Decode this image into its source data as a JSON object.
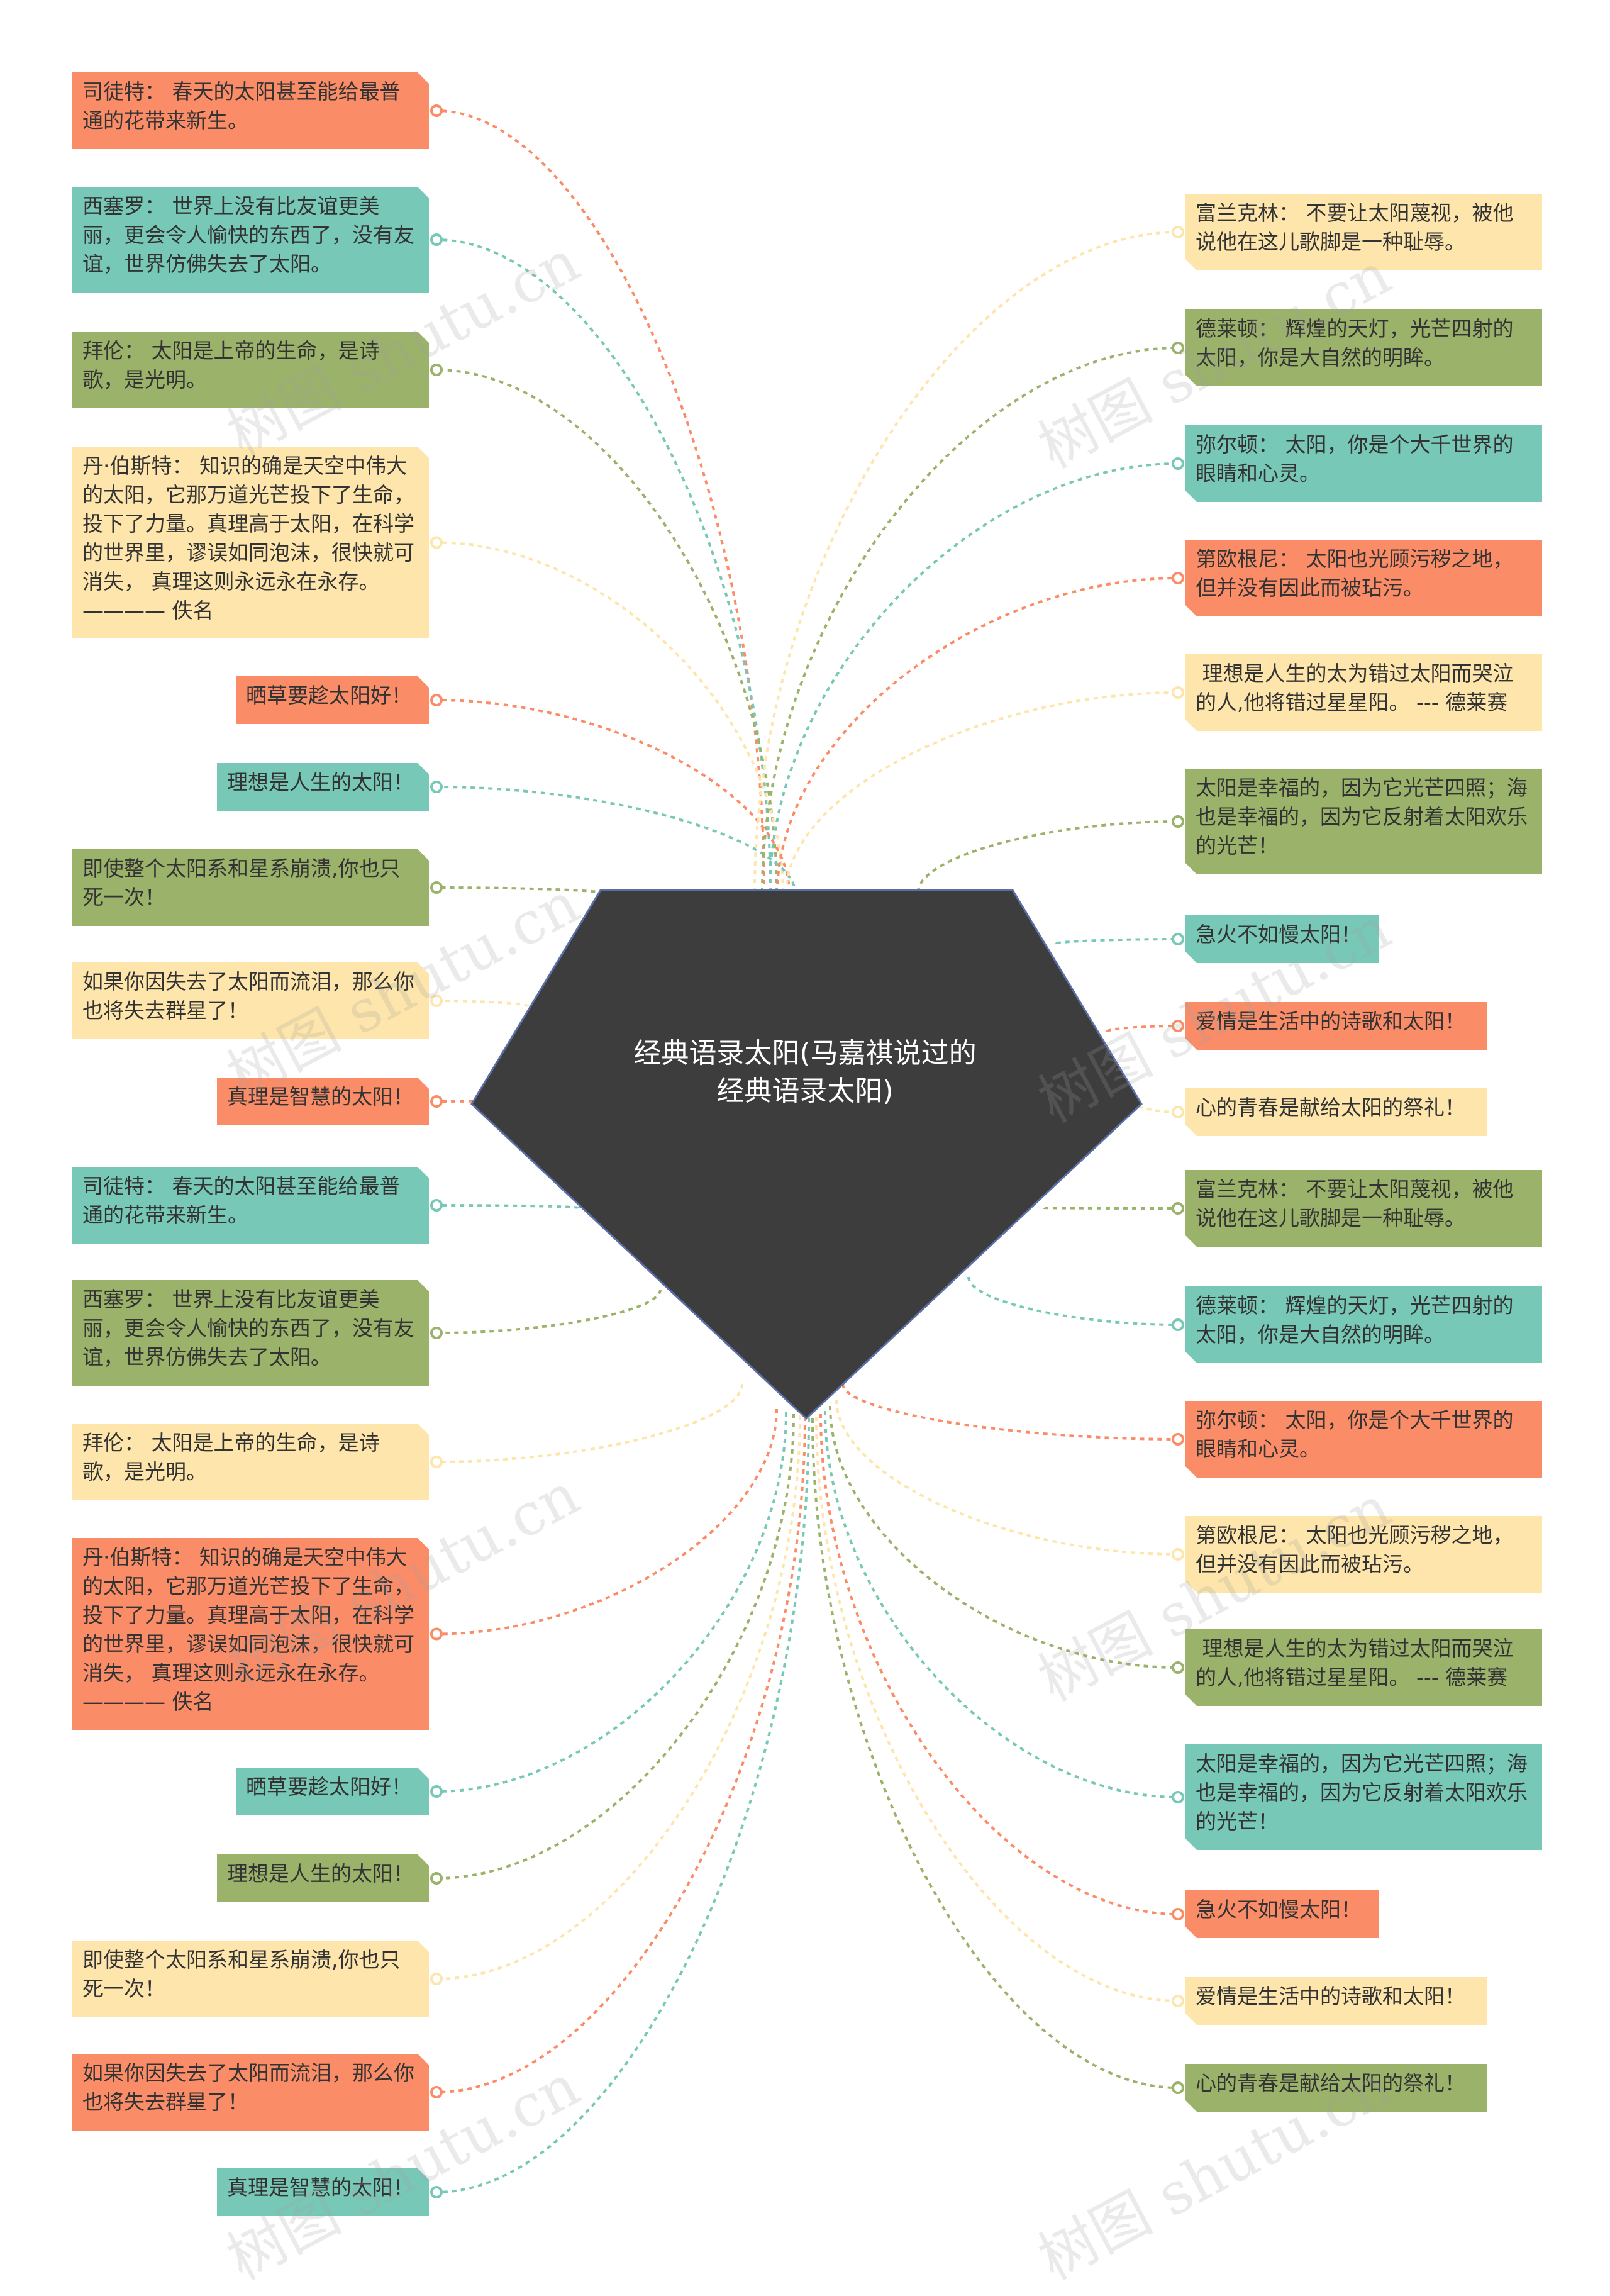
{
  "center": {
    "title": "经典语录太阳(马嘉祺说过的经典语录太阳)"
  },
  "colors": {
    "orange": "#fb8c68",
    "teal": "#78c8b8",
    "olive": "#9bb26a",
    "cream": "#fde5ab",
    "center": "#3d3d3d"
  },
  "left_nodes": [
    {
      "text": "司徒特： 春天的太阳甚至能给最普通的花带来新生。",
      "color": "orange"
    },
    {
      "text": "西塞罗： 世界上没有比友谊更美丽，更会令人愉快的东西了，没有友谊，世界仿佛失去了太阳。",
      "color": "teal"
    },
    {
      "text": "拜伦： 太阳是上帝的生命，是诗歌，是光明。",
      "color": "olive"
    },
    {
      "text": "丹·伯斯特： 知识的确是天空中伟大的太阳，它那万道光芒投下了生命，投下了力量。真理高于太阳，在科学的世界里，谬误如同泡沫，很快就可消失， 真理这则永远永在永存。 ———— 佚名",
      "color": "cream"
    },
    {
      "text": "晒草要趁太阳好！",
      "color": "orange"
    },
    {
      "text": "理想是人生的太阳！",
      "color": "teal"
    },
    {
      "text": "即使整个太阳系和星系崩溃,你也只死一次！",
      "color": "olive"
    },
    {
      "text": "如果你因失去了太阳而流泪，那么你也将失去群星了！",
      "color": "cream"
    },
    {
      "text": "真理是智慧的太阳！",
      "color": "orange"
    },
    {
      "text": "司徒特： 春天的太阳甚至能给最普通的花带来新生。",
      "color": "teal"
    },
    {
      "text": "西塞罗： 世界上没有比友谊更美丽，更会令人愉快的东西了，没有友谊，世界仿佛失去了太阳。",
      "color": "olive"
    },
    {
      "text": "拜伦： 太阳是上帝的生命，是诗歌，是光明。",
      "color": "cream"
    },
    {
      "text": "丹·伯斯特： 知识的确是天空中伟大的太阳，它那万道光芒投下了生命，投下了力量。真理高于太阳，在科学的世界里，谬误如同泡沫，很快就可消失， 真理这则永远永在永存。 ———— 佚名",
      "color": "orange"
    },
    {
      "text": "晒草要趁太阳好！",
      "color": "teal"
    },
    {
      "text": "理想是人生的太阳！",
      "color": "olive"
    },
    {
      "text": "即使整个太阳系和星系崩溃,你也只死一次！",
      "color": "cream"
    },
    {
      "text": "如果你因失去了太阳而流泪，那么你也将失去群星了！",
      "color": "orange"
    },
    {
      "text": "真理是智慧的太阳！",
      "color": "teal"
    }
  ],
  "right_nodes": [
    {
      "text": "富兰克林： 不要让太阳蔑视，被他说他在这儿歌脚是一种耻辱。",
      "color": "cream"
    },
    {
      "text": "德莱顿： 辉煌的天灯，光芒四射的太阳，你是大自然的明眸。",
      "color": "olive"
    },
    {
      "text": "弥尔顿： 太阳，你是个大千世界的眼睛和心灵。",
      "color": "teal"
    },
    {
      "text": "第欧根尼： 太阳也光顾污秽之地，但并没有因此而被玷污。",
      "color": "orange"
    },
    {
      "text": " 理想是人生的太为错过太阳而哭泣的人,他将错过星星阳。 --- 德莱赛",
      "color": "cream"
    },
    {
      "text": "太阳是幸福的，因为它光芒四照；海也是幸福的，因为它反射着太阳欢乐的光芒！",
      "color": "olive"
    },
    {
      "text": "急火不如慢太阳！",
      "color": "teal"
    },
    {
      "text": "爱情是生活中的诗歌和太阳！",
      "color": "orange"
    },
    {
      "text": "心的青春是献给太阳的祭礼！",
      "color": "cream"
    },
    {
      "text": "富兰克林： 不要让太阳蔑视，被他说他在这儿歌脚是一种耻辱。",
      "color": "olive"
    },
    {
      "text": "德莱顿： 辉煌的天灯，光芒四射的太阳，你是大自然的明眸。",
      "color": "teal"
    },
    {
      "text": "弥尔顿： 太阳，你是个大千世界的眼睛和心灵。",
      "color": "orange"
    },
    {
      "text": "第欧根尼： 太阳也光顾污秽之地，但并没有因此而被玷污。",
      "color": "cream"
    },
    {
      "text": " 理想是人生的太为错过太阳而哭泣的人,他将错过星星阳。 --- 德莱赛",
      "color": "olive"
    },
    {
      "text": "太阳是幸福的，因为它光芒四照；海也是幸福的，因为它反射着太阳欢乐的光芒！",
      "color": "teal"
    },
    {
      "text": "急火不如慢太阳！",
      "color": "orange"
    },
    {
      "text": "爱情是生活中的诗歌和太阳！",
      "color": "cream"
    },
    {
      "text": "心的青春是献给太阳的祭礼！",
      "color": "olive"
    }
  ],
  "watermark": "树图 shutu.cn"
}
